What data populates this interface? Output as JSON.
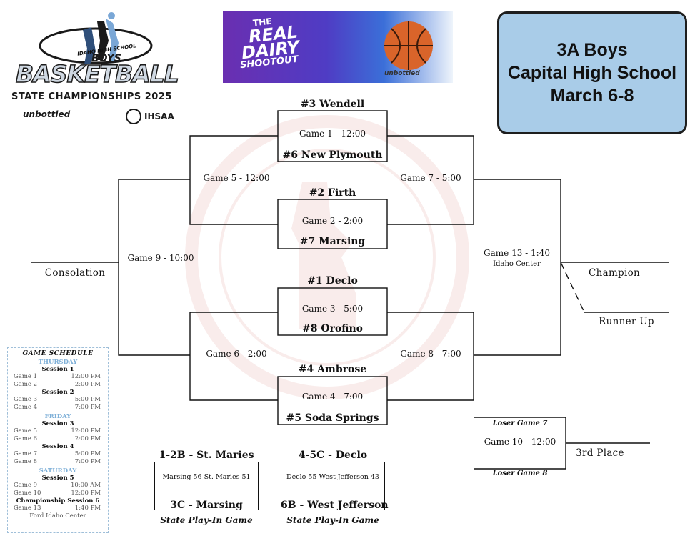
{
  "logo": {
    "line1": "IDAHO HIGH SCHOOL",
    "line2": "BOYS",
    "line3": "BASKETBALL",
    "line4": "STATE CHAMPIONSHIPS 2025",
    "sponsor": "unbottled",
    "org": "IHSAA"
  },
  "banner": {
    "line1": "THE",
    "line2": "REAL",
    "line3": "DAIRY",
    "line4": "SHOOTOUT",
    "sponsor": "unbottled"
  },
  "info": {
    "line1": "3A Boys",
    "line2": "Capital High School",
    "line3": "March 6-8"
  },
  "teams": {
    "t3": "#3 Wendell",
    "t6": "#6 New Plymouth",
    "t2": "#2 Firth",
    "t7": "#7 Marsing",
    "t1": "#1 Declo",
    "t8": "#8 Orofino",
    "t4": "#4 Ambrose",
    "t5": "#5 Soda Springs"
  },
  "games": {
    "g1": "Game 1 - 12:00",
    "g2": "Game 2 - 2:00",
    "g3": "Game 3 - 5:00",
    "g4": "Game 4 - 7:00",
    "g5": "Game 5 - 12:00",
    "g6": "Game 6 - 2:00",
    "g7": "Game 7 - 5:00",
    "g8": "Game 8 - 7:00",
    "g9": "Game 9 - 10:00",
    "g10": "Game 10 - 12:00",
    "g13": "Game 13 - 1:40",
    "g13_venue": "Idaho Center"
  },
  "labels": {
    "consolation": "Consolation",
    "champion": "Champion",
    "runner_up": "Runner Up",
    "third_place": "3rd Place",
    "loser7": "Loser Game 7",
    "loser8": "Loser Game 8"
  },
  "playin": [
    {
      "top": "1-2B - St. Maries",
      "result": "Marsing 56 St. Maries 51",
      "bottom": "3C - Marsing",
      "caption": "State Play-In Game"
    },
    {
      "top": "4-5C - Declo",
      "result": "Declo 55 West Jefferson 43",
      "bottom": "6B - West Jefferson",
      "caption": "State Play-In Game"
    }
  ],
  "schedule": {
    "title": "GAME SCHEDULE",
    "blocks": [
      {
        "day": "THURSDAY",
        "session": "Session 1",
        "rows": [
          [
            "Game 1",
            "12:00 PM"
          ],
          [
            "Game 2",
            "2:00 PM"
          ]
        ]
      },
      {
        "day": "",
        "session": "Session 2",
        "rows": [
          [
            "Game 3",
            "5:00 PM"
          ],
          [
            "Game 4",
            "7:00 PM"
          ]
        ]
      },
      {
        "day": "FRIDAY",
        "session": "Session 3",
        "rows": [
          [
            "Game 5",
            "12:00 PM"
          ],
          [
            "Game 6",
            "2:00 PM"
          ]
        ]
      },
      {
        "day": "",
        "session": "Session 4",
        "rows": [
          [
            "Game 7",
            "5:00 PM"
          ],
          [
            "Game 8",
            "7:00 PM"
          ]
        ]
      },
      {
        "day": "SATURDAY",
        "session": "Session 5",
        "rows": [
          [
            "Game 9",
            "10:00 AM"
          ],
          [
            "Game 10",
            "12:00 PM"
          ]
        ]
      },
      {
        "day": "",
        "session": "Championship Session 6",
        "rows": [
          [
            "Game 13",
            "1:40 PM"
          ]
        ]
      }
    ],
    "footer": "Ford Idaho Center"
  },
  "colors": {
    "info_bg": "#a9cce8",
    "schedule_day": "#7fb0d8",
    "watermark": "#c0392b"
  }
}
